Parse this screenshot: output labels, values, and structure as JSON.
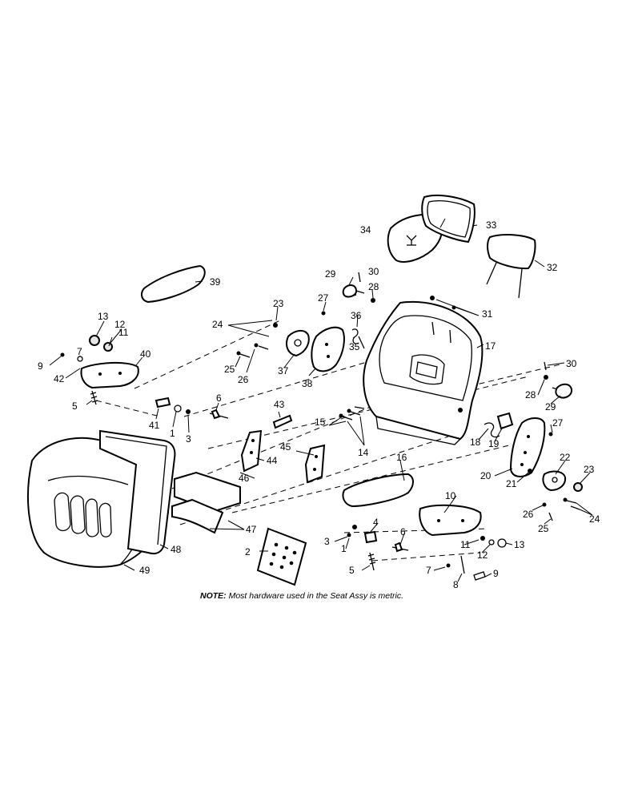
{
  "note": {
    "label": "NOTE:",
    "text": "Most hardware used in the Seat Assy is metric."
  },
  "callouts": {
    "c1a": "1",
    "c1b": "1",
    "c2": "2",
    "c3a": "3",
    "c3b": "3",
    "c4": "4",
    "c5a": "5",
    "c5b": "5",
    "c6a": "6",
    "c6b": "6",
    "c7a": "7",
    "c7b": "7",
    "c8": "8",
    "c9a": "9",
    "c9b": "9",
    "c10": "10",
    "c11a": "11",
    "c11b": "11",
    "c12a": "12",
    "c12b": "12",
    "c13a": "13",
    "c13b": "13",
    "c14": "14",
    "c15": "15",
    "c16": "16",
    "c17": "17",
    "c18": "18",
    "c19": "19",
    "c20": "20",
    "c21": "21",
    "c22": "22",
    "c23a": "23",
    "c23b": "23",
    "c24a": "24",
    "c24b": "24",
    "c25a": "25",
    "c25b": "25",
    "c26a": "26",
    "c26b": "26",
    "c27a": "27",
    "c27b": "27",
    "c28a": "28",
    "c28b": "28",
    "c29a": "29",
    "c29b": "29",
    "c30a": "30",
    "c30b": "30",
    "c31": "31",
    "c32": "32",
    "c33": "33",
    "c34": "34",
    "c35": "35",
    "c36": "36",
    "c37": "37",
    "c38": "38",
    "c39": "39",
    "c40": "40",
    "c41": "41",
    "c42": "42",
    "c43": "43",
    "c44": "44",
    "c45": "45",
    "c46": "46",
    "c47": "47",
    "c48": "48",
    "c49": "49"
  }
}
